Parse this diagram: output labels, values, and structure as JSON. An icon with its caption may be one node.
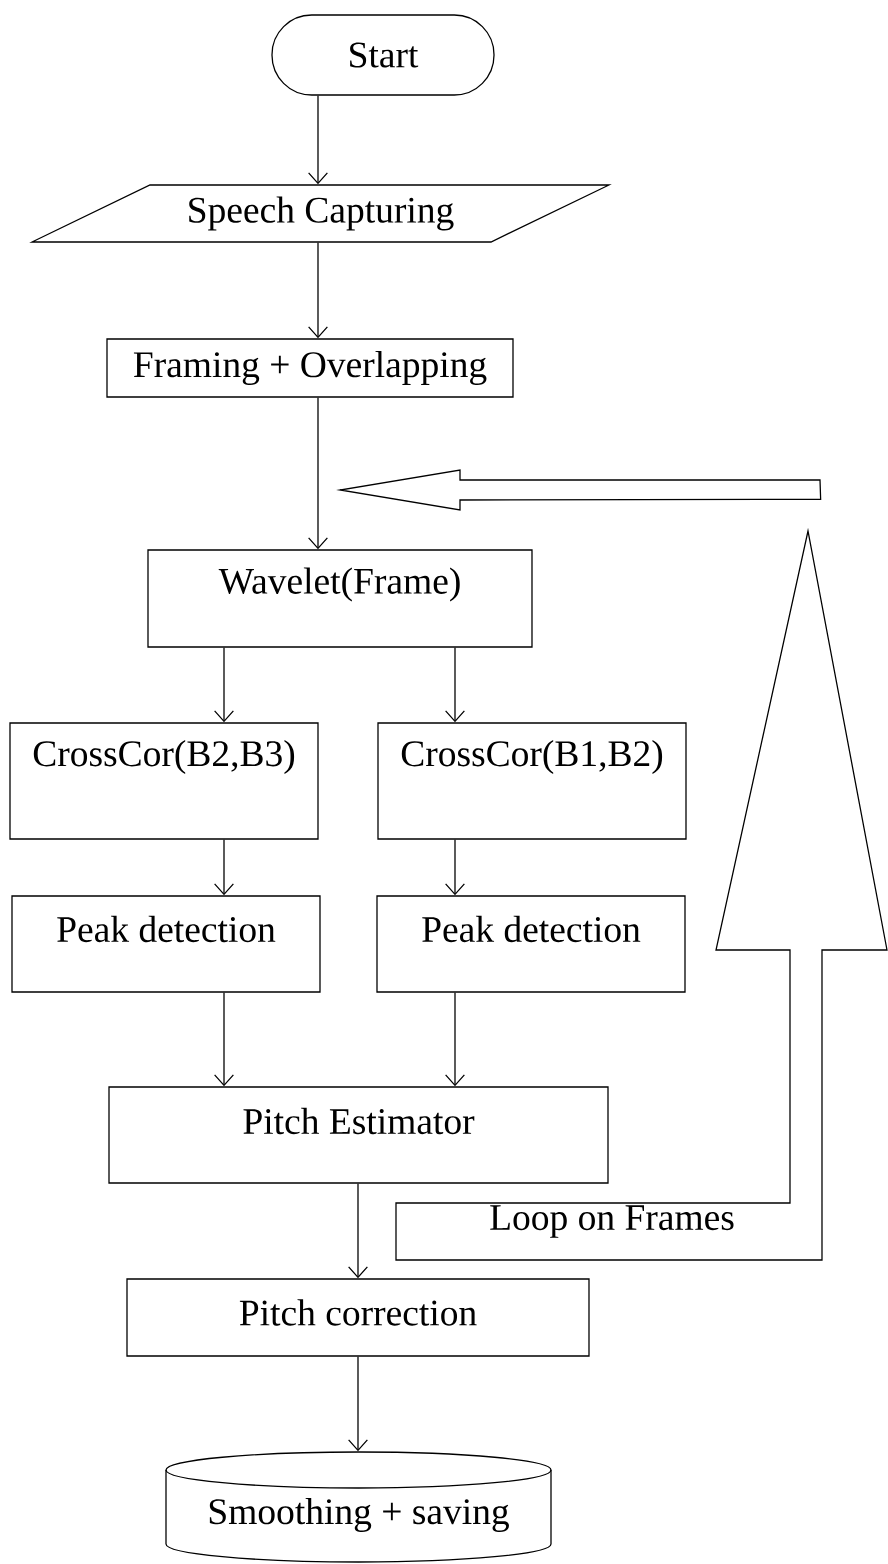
{
  "diagram": {
    "nodes": [
      {
        "text": [
          "Start"
        ]
      },
      {
        "text": [
          "Speech Capturing"
        ]
      },
      {
        "text": [
          "Framing + Overlapping"
        ]
      },
      {
        "text": [
          "Wavelet(Frame)"
        ]
      },
      {
        "text": [
          "CrossCor(B2,B3)"
        ]
      },
      {
        "text": [
          "CrossCor(B1,B2)"
        ]
      },
      {
        "text": [
          "Peak detection"
        ]
      },
      {
        "text": [
          "Peak detection"
        ]
      },
      {
        "text": [
          "Pitch Estimator"
        ]
      },
      {
        "text": [
          "Loop on Frames"
        ]
      },
      {
        "text": [
          "Pitch correction"
        ]
      },
      {
        "text": [
          "Smoothing + saving"
        ]
      }
    ],
    "edges": [
      {
        "from": 0,
        "to": 1,
        "arrow": "to"
      },
      {
        "from": 1,
        "to": 2,
        "arrow": "to"
      },
      {
        "from": 2,
        "to": 3,
        "arrow": "to"
      },
      {
        "from": 3,
        "to": 4,
        "arrow": "to"
      },
      {
        "from": 3,
        "to": 5,
        "arrow": "to"
      },
      {
        "from": 4,
        "to": 6,
        "arrow": "to"
      },
      {
        "from": 5,
        "to": 7,
        "arrow": "to"
      },
      {
        "from": 6,
        "to": 8,
        "arrow": "to"
      },
      {
        "from": 7,
        "to": 8,
        "arrow": "to"
      },
      {
        "from": 8,
        "to": 10,
        "arrow": "to"
      },
      {
        "from": 10,
        "to": 11,
        "arrow": "to"
      },
      {
        "from": 9,
        "to": null,
        "arrow": "to"
      }
    ]
  }
}
